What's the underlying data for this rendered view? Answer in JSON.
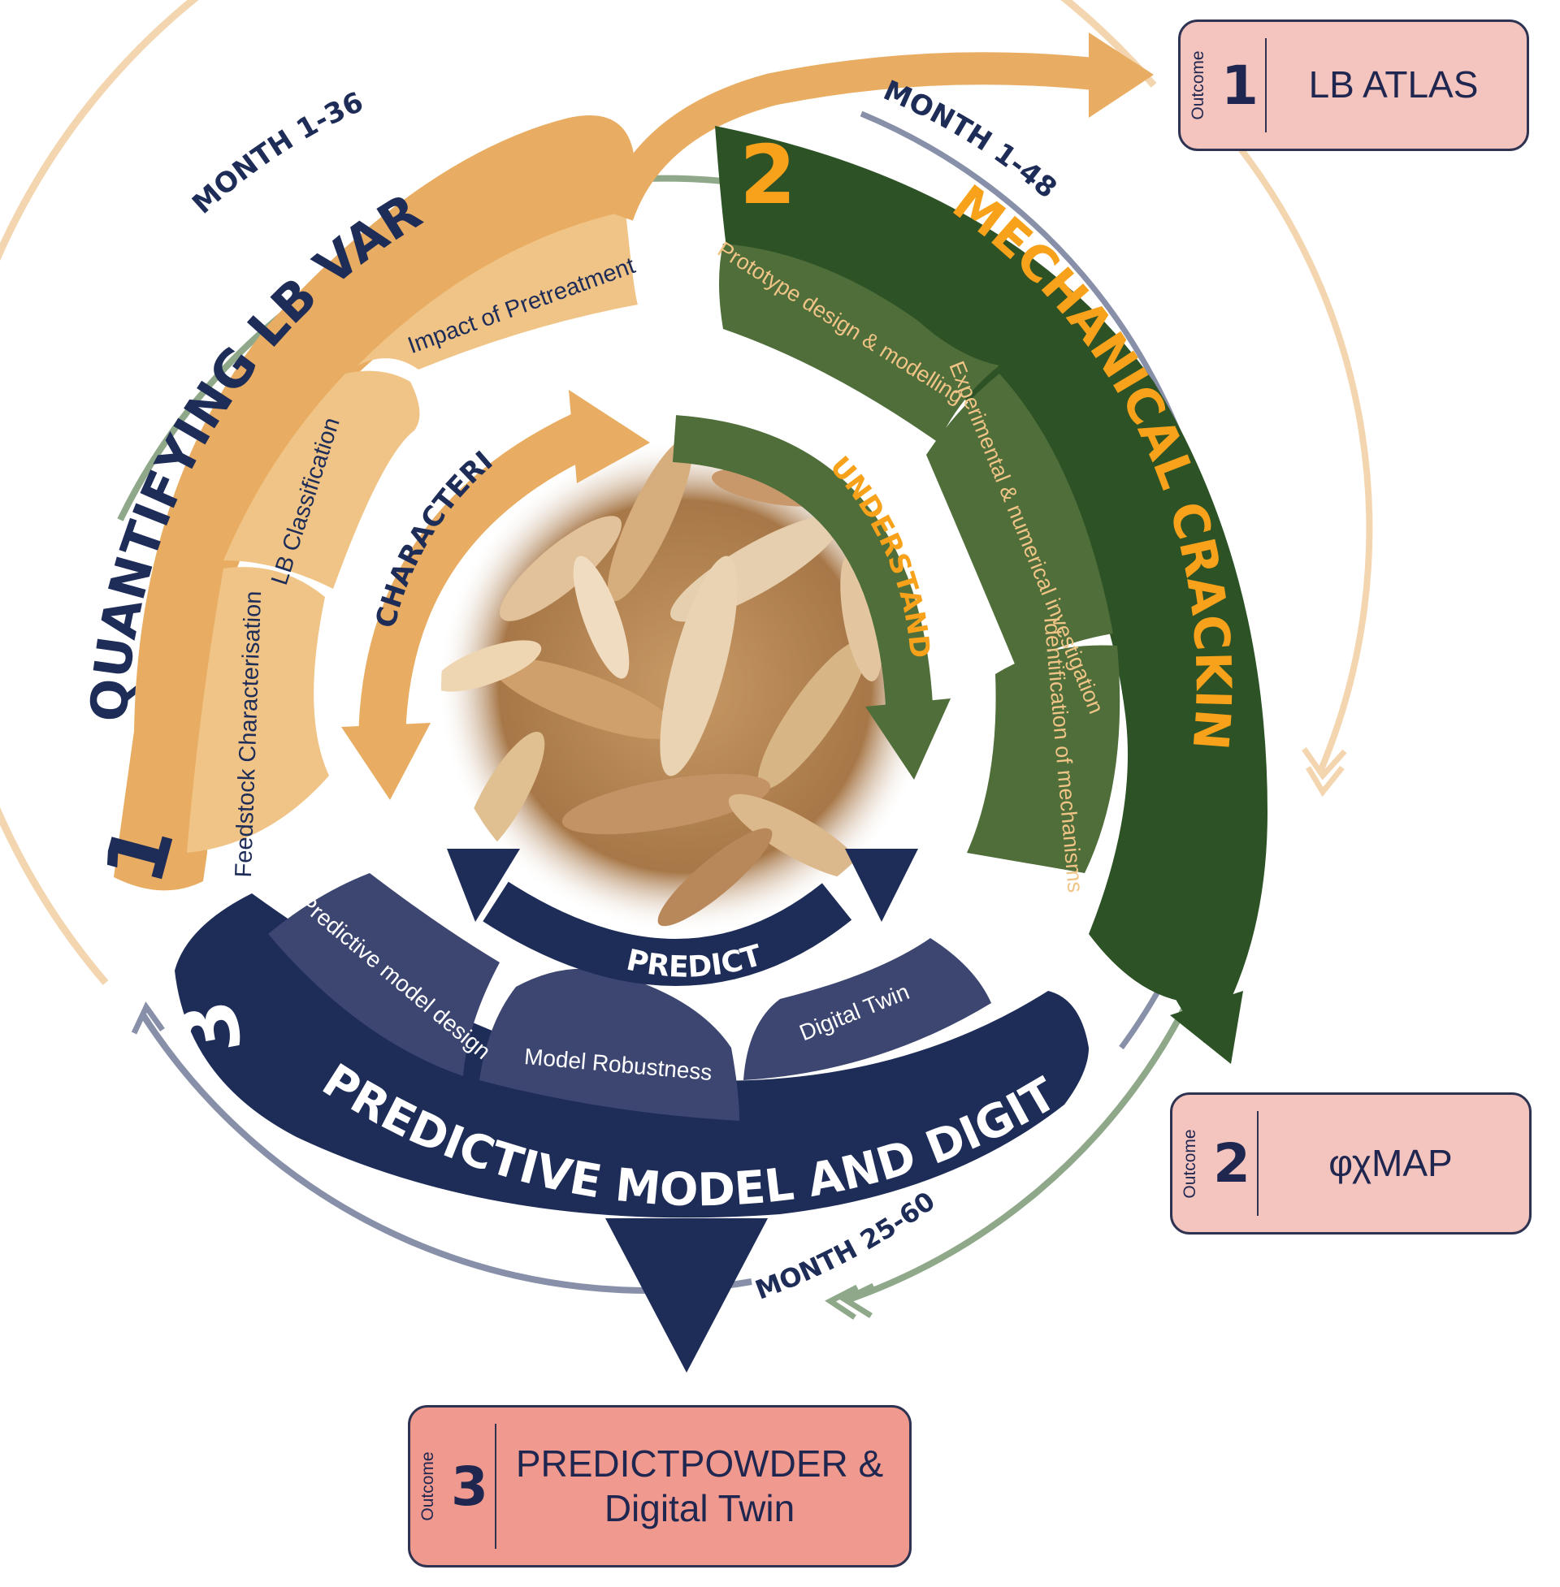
{
  "diagram": {
    "phases": [
      {
        "number": "1",
        "title": "QUANTIFYING LB VARIABILITY",
        "timeline": "MONTH 1-36",
        "tasks": [
          "Feedstock Characterisation",
          "LB Classification",
          "Impact of Pretreatment"
        ],
        "action": "CHARACTERISE"
      },
      {
        "number": "2",
        "title": "MECHANICAL CRACKING OF LB",
        "timeline": "MONTH 1-48",
        "tasks": [
          "Prototype design & modelling",
          "Experimental & numerical investigation",
          "Identification of mechanisms"
        ],
        "action": "UNDERSTAND"
      },
      {
        "number": "3",
        "title": "PREDICTIVE MODEL AND DIGITAL TWIN",
        "timeline": "MONTH 25-60",
        "tasks": [
          "Predictive model design",
          "Model Robustness",
          "Digital Twin"
        ],
        "action": "PREDICT"
      }
    ],
    "outcomes": [
      {
        "side_label": "Outcome",
        "number": "1",
        "text": "LB ATLAS"
      },
      {
        "side_label": "Outcome",
        "number": "2",
        "text": "φχMAP"
      },
      {
        "side_label": "Outcome",
        "number": "3",
        "text": "PREDICTPOWDER & Digital Twin"
      }
    ],
    "colors": {
      "orange": "#e8ad62",
      "orange_light": "#f0c486",
      "orange_text": "#f7a21a",
      "green": "#2d5226",
      "green_tile": "#4f6e3a",
      "green_light": "#8fa889",
      "navy": "#1e2c58",
      "navy_tile": "#3d4670",
      "outcome_fill_1": "#f4c4be",
      "outcome_fill_3": "#f09a8f"
    },
    "center_image": "lignocellulosic-biomass-photo"
  }
}
